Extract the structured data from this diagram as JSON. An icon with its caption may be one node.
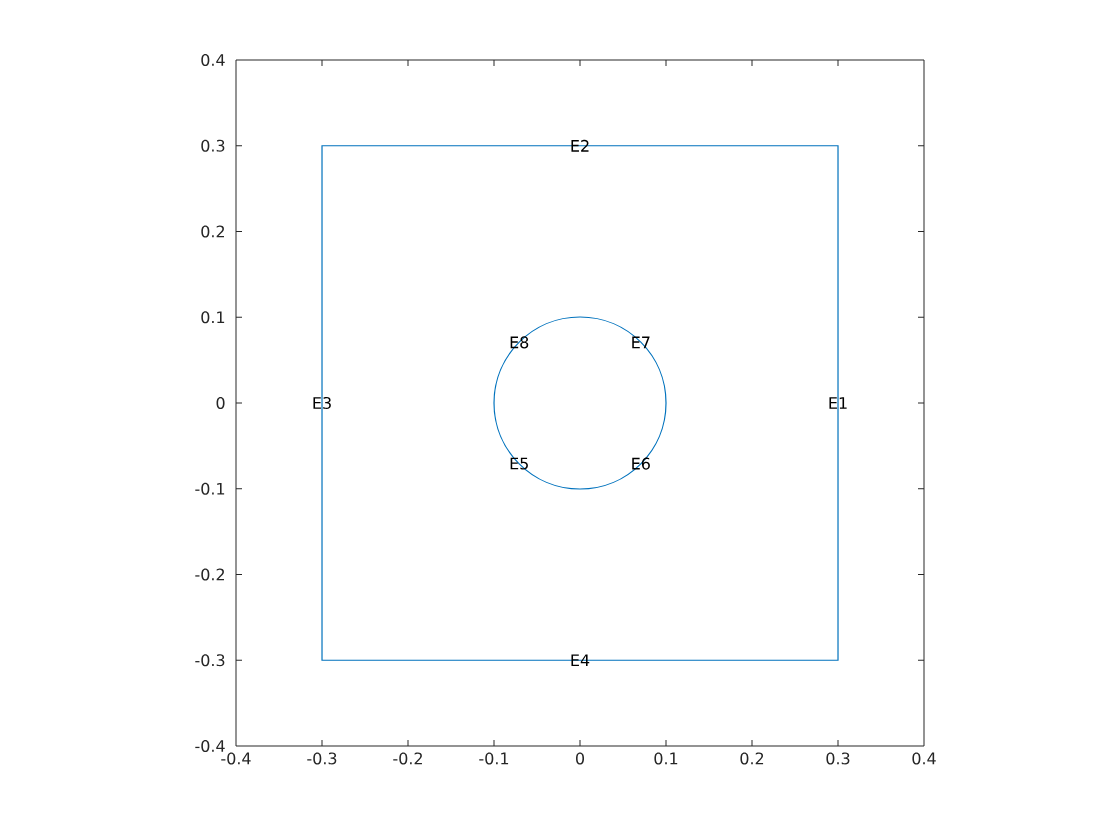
{
  "diagram": {
    "labels": [
      "0.4",
      "0.3",
      "0.2",
      "0.1",
      "0",
      "-0.1",
      "-0.2",
      "-0.3",
      "-0.4",
      "E2",
      "E8",
      "E7",
      "E3",
      "E1",
      "E5",
      "E6",
      "E4",
      "-0.4",
      "-0.3",
      "-0.2",
      "-0.1",
      "0",
      "0.1",
      "0.2",
      "0.3",
      "0.4"
    ]
  }
}
